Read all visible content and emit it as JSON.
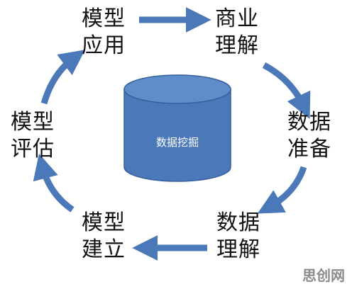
{
  "center": {
    "label": "数据挖掘"
  },
  "nodes": {
    "model_apply": [
      "模型",
      "应用"
    ],
    "business_understanding": [
      "商业",
      "理解"
    ],
    "data_preparation": [
      "数据",
      "准备"
    ],
    "data_understanding": [
      "数据",
      "理解"
    ],
    "model_building": [
      "模型",
      "建立"
    ],
    "model_evaluation": [
      "模型",
      "评估"
    ]
  },
  "watermark": "思创网",
  "colors": {
    "arrow": "#4a78b8",
    "cylinder_body": "#4a78b8",
    "cylinder_top": "#5f8ccb",
    "cylinder_edge": "#35609c",
    "text": "#111111"
  }
}
